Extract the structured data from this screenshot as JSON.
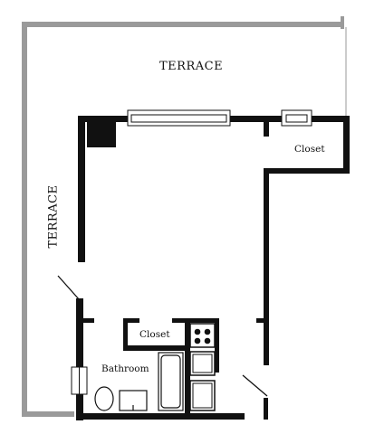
{
  "labels": {
    "terrace_top": "TERRACE",
    "terrace_left": "TERRACE",
    "closet_right": "Closet",
    "closet_small": "Closet",
    "bathroom": "Bathroom"
  },
  "colors": {
    "wall": "#111111",
    "terrace_wall": "#9a9a9a",
    "background": "#ffffff"
  }
}
